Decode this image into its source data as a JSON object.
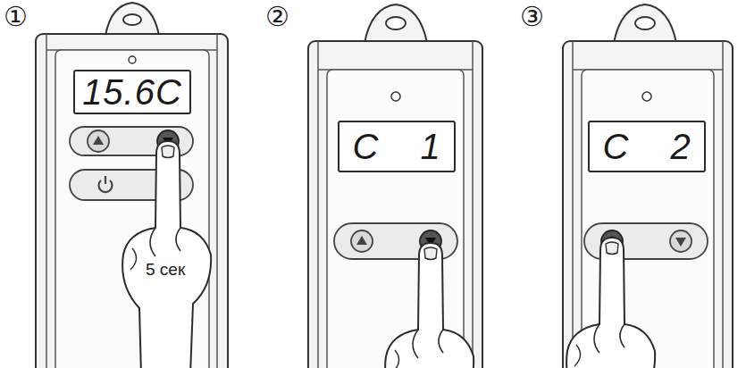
{
  "diagram": {
    "nodes": [
      {
        "text": [
          "15.6C"
        ]
      },
      {
        "text": [
          "C 1"
        ]
      },
      {
        "text": [
          "C 2"
        ]
      }
    ],
    "labels": [
      "①",
      "②",
      "③",
      "5 сек"
    ]
  }
}
